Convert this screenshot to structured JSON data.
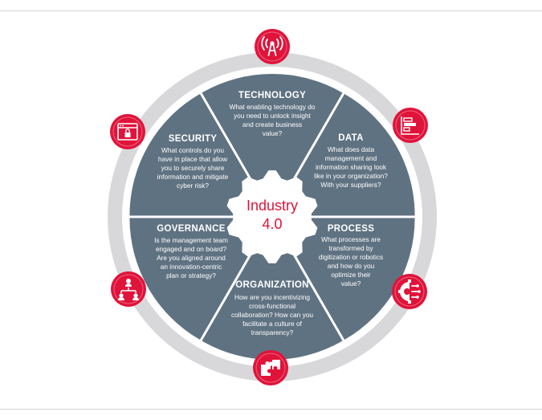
{
  "colors": {
    "segment": "#5f7282",
    "ring": "#d8d8db",
    "accent": "#e0133a",
    "white": "#ffffff"
  },
  "center": {
    "line1": "Industry",
    "line2": "4.0"
  },
  "segments": [
    {
      "title": "TECHNOLOGY",
      "lines": [
        "What enabling technology do",
        "you need to unlock insight",
        "and create business",
        "value?"
      ]
    },
    {
      "title": "DATA",
      "lines": [
        "What does data",
        "management and",
        "information sharing look",
        "like in your organization?",
        "With your suppliers?"
      ]
    },
    {
      "title": "PROCESS",
      "lines": [
        "What processes are",
        "transformed by",
        "digitization or robotics",
        "and how do you",
        "optimize their",
        "value?"
      ]
    },
    {
      "title": "ORGANIZATION",
      "lines": [
        "How are you incentivizing",
        "cross-functional",
        "collaboration? How can you",
        "facilitate a culture of",
        "transparency?"
      ]
    },
    {
      "title": "GOVERNANCE",
      "lines": [
        "Is the management team",
        "engaged and on board?",
        "Are you  aligned around",
        "an innovation-centric",
        "plan or strategy?"
      ]
    },
    {
      "title": "SECURITY",
      "lines": [
        "What controls do you",
        "have in place that allow",
        "you to securely share",
        "information and mitigate",
        "cyber risk?"
      ]
    }
  ],
  "icons": [
    "wireless-tower-icon",
    "data-bars-icon",
    "robotic-gear-icon",
    "puzzle-pieces-icon",
    "org-chart-icon",
    "secure-browser-icon"
  ]
}
